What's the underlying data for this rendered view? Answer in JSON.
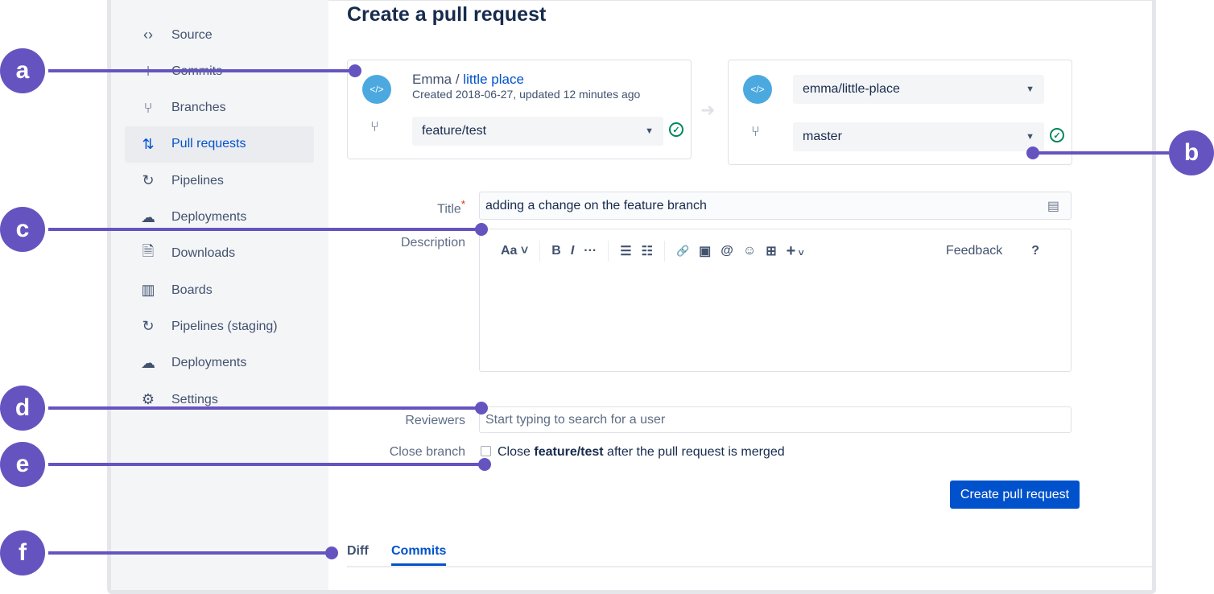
{
  "page_title": "Create a pull request",
  "sidebar": {
    "items": [
      {
        "label": "Source",
        "icon": "code-icon",
        "glyph": "‹›"
      },
      {
        "label": "Commits",
        "icon": "commit-icon",
        "glyph": "⟊"
      },
      {
        "label": "Branches",
        "icon": "branch-icon",
        "glyph": "⑂"
      },
      {
        "label": "Pull requests",
        "icon": "pull-request-icon",
        "glyph": "⇅",
        "active": true
      },
      {
        "label": "Pipelines",
        "icon": "pipelines-icon",
        "glyph": "↻"
      },
      {
        "label": "Deployments",
        "icon": "cloud-upload-icon",
        "glyph": "☁"
      },
      {
        "label": "Downloads",
        "icon": "file-icon",
        "glyph": "🗎"
      },
      {
        "label": "Boards",
        "icon": "board-icon",
        "glyph": "▥"
      },
      {
        "label": "Pipelines (staging)",
        "icon": "pipelines-icon",
        "glyph": "↻"
      },
      {
        "label": "Deployments",
        "icon": "cloud-upload-icon",
        "glyph": "☁"
      },
      {
        "label": "Settings",
        "icon": "gear-icon",
        "glyph": "⚙"
      }
    ]
  },
  "source": {
    "owner": "Emma",
    "separator": " / ",
    "repo": "little place",
    "meta": "Created 2018-06-27, updated 12 minutes ago",
    "branch": "feature/test"
  },
  "destination": {
    "repo": "emma/little-place",
    "branch": "master"
  },
  "form": {
    "title_label": "Title",
    "title_value": "adding a change on the feature branch",
    "description_label": "Description",
    "toolbar": {
      "text_style": "Aa",
      "bold": "B",
      "italic": "I",
      "more": "···",
      "bullets": "☰",
      "numbered": "☷",
      "link": "🔗",
      "image": "▣",
      "mention": "@",
      "emoji": "☺",
      "table": "⊞",
      "insert": "+",
      "feedback": "Feedback",
      "help": "?"
    },
    "reviewers_label": "Reviewers",
    "reviewers_placeholder": "Start typing to search for a user",
    "close_label": "Close branch",
    "close_text_pre": "Close ",
    "close_branch": "feature/test",
    "close_text_post": " after the pull request is merged",
    "submit": "Create pull request"
  },
  "tabs": [
    {
      "label": "Diff"
    },
    {
      "label": "Commits",
      "active": true
    }
  ],
  "callouts": [
    "a",
    "b",
    "c",
    "d",
    "e",
    "f"
  ],
  "colors": {
    "accent": "#0052cc",
    "callout": "#6554c0",
    "success": "#00875a"
  }
}
